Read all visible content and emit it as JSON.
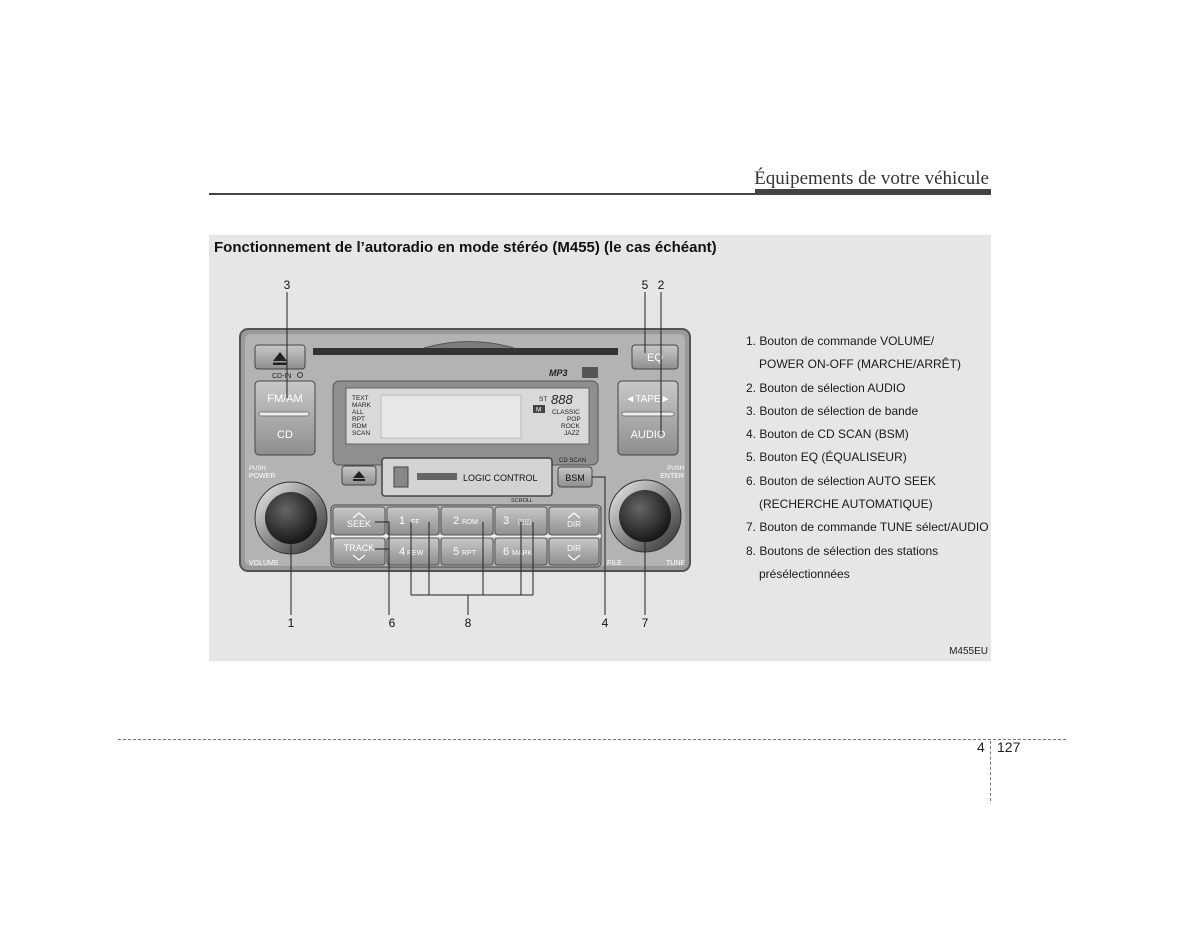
{
  "header": {
    "title": "Équipements de votre véhicule"
  },
  "figure": {
    "title": "Fonctionnement de l’autoradio en mode stéréo (M455) (le cas échéant)",
    "code": "M455EU",
    "callouts": [
      "1",
      "2",
      "3",
      "4",
      "5",
      "6",
      "7",
      "8"
    ],
    "radio": {
      "eject_cd_icon": "eject-icon",
      "cd_in_label": "CD-IN",
      "fm_am": "FM/AM",
      "cd": "CD",
      "eq": "EQ",
      "tape": "◄TAPE►",
      "audio": "AUDIO",
      "mp3": "MP3",
      "display_left": [
        "TEXT",
        "MARK",
        "ALL",
        "RPT",
        "RDM",
        "SCAN"
      ],
      "display_right": [
        "ST",
        "888",
        "M",
        "CLASSIC",
        "POP",
        "ROCK",
        "JAZZ"
      ],
      "logic_control": "LOGIC CONTROL",
      "cd_scan": "CD SCAN",
      "bsm": "BSM",
      "scroll": "SCROLL",
      "push_power": [
        "PUSH",
        "POWER"
      ],
      "push_enter": [
        "PUSH",
        "ENTER"
      ],
      "volume": "VOLUME",
      "file": "FILE",
      "tune": "TUNE",
      "seek": "SEEK",
      "track": "TRACK",
      "presets_top": [
        {
          "num": "1",
          "label": "FF"
        },
        {
          "num": "2",
          "label": "RDM"
        },
        {
          "num": "3",
          "label": "◫◫"
        },
        {
          "num": "",
          "label": "DIR"
        }
      ],
      "presets_bottom": [
        {
          "num": "4",
          "label": "REW"
        },
        {
          "num": "5",
          "label": "RPT"
        },
        {
          "num": "6",
          "label": "MARK"
        },
        {
          "num": "",
          "label": "DIR"
        }
      ]
    },
    "legend": [
      "1. Bouton de commande VOLUME/",
      "POWER ON-OFF (MARCHE/ARRÊT)",
      "2. Bouton de sélection AUDIO",
      "3. Bouton de sélection de bande",
      "4. Bouton de CD SCAN (BSM)",
      "5. Bouton EQ (ÉQUALISEUR)",
      "6. Bouton de sélection AUTO SEEK",
      "(RECHERCHE AUTOMATIQUE)",
      "7. Bouton de commande TUNE sélect/AUDIO",
      "8. Boutons de sélection des stations",
      "présélectionnées"
    ]
  },
  "footer": {
    "chapter": "4",
    "page": "127"
  }
}
